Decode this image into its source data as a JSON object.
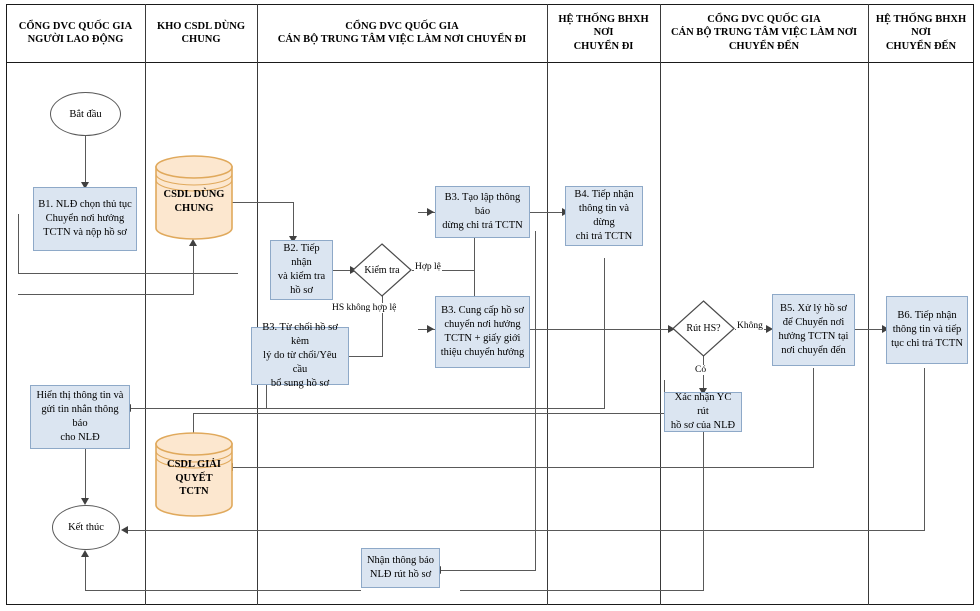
{
  "diagram": {
    "title": "Quy trinh chuyen noi huong TCTN",
    "colors": {
      "process_fill": "#dbe5f1",
      "process_border": "#8ea9c8",
      "db_fill": "#fce7cf",
      "db_border": "#e0a95c",
      "line": "#595959",
      "lane_border": "#1a1a1a"
    }
  },
  "lanes": [
    {
      "id": "lane-nguoi-lao-dong",
      "title": "CỔNG DVC QUỐC GIA\nNGƯỜI LAO ĐỘNG"
    },
    {
      "id": "lane-kho-csdl",
      "title": "KHO CSDL DÙNG\nCHUNG"
    },
    {
      "id": "lane-canbo-di",
      "title": "CỔNG DVC QUỐC GIA\nCÁN BỘ TRUNG TÂM VIỆC LÀM NƠI CHUYỂN ĐI"
    },
    {
      "id": "lane-bhxh-di",
      "title": "HỆ THỐNG BHXH NƠI\nCHUYỂN ĐI"
    },
    {
      "id": "lane-canbo-den",
      "title": "CỔNG DVC QUỐC GIA\nCÁN BỘ TRUNG TÂM VIỆC LÀM NƠI CHUYỂN ĐẾN"
    },
    {
      "id": "lane-bhxh-den",
      "title": "HỆ THỐNG BHXH NƠI\nCHUYỂN ĐẾN"
    }
  ],
  "nodes": {
    "start": {
      "label": "Bắt đầu",
      "shape": "terminator"
    },
    "b1": {
      "label": "B1. NLĐ chọn thủ tục\nChuyển nơi hưởng\nTCTN và nộp hồ sơ",
      "shape": "process"
    },
    "db_dung_chung": {
      "label": "CSDL DÙNG\nCHUNG",
      "shape": "database"
    },
    "b2": {
      "label": "B2. Tiếp nhận\nvà kiểm tra\nhồ sơ",
      "shape": "process"
    },
    "kiem_tra": {
      "label": "Kiểm tra",
      "shape": "decision"
    },
    "b3_tuchoi": {
      "label": "B3. Từ chối hồ sơ kèm\nlý do từ chối/Yêu cầu\nbổ sung hồ sơ",
      "shape": "process"
    },
    "b3_taolap": {
      "label": "B3. Tạo lập thông báo\ndừng chi trả TCTN",
      "shape": "process"
    },
    "b3_cungcap": {
      "label": "B3. Cung cấp hồ sơ\nchuyển nơi hưởng\nTCTN + giấy giới\nthiệu chuyển hưởng",
      "shape": "process"
    },
    "b4": {
      "label": "B4. Tiếp nhận\nthông tin và dừng\nchi trả TCTN",
      "shape": "process"
    },
    "rut_hs": {
      "label": "Rút HS?",
      "shape": "decision"
    },
    "xac_nhan": {
      "label": "Xác nhận YC rút\nhồ sơ của NLĐ",
      "shape": "process"
    },
    "b5": {
      "label": "B5. Xử lý hồ sơ\nđể Chuyển nơi\nhưởng TCTN tại\nnơi chuyển đến",
      "shape": "process"
    },
    "b6": {
      "label": "B6. Tiếp nhận\nthông tin và tiếp\ntục chi trả TCTN",
      "shape": "process"
    },
    "hien_thi": {
      "label": "Hiển thị thông tin và\ngửi tin nhắn thông báo\ncho NLĐ",
      "shape": "process"
    },
    "db_giai_quyet": {
      "label": "CSDL GIẢI\nQUYẾT\nTCTN",
      "shape": "database"
    },
    "nhan_tb": {
      "label": "Nhận thông báo\nNLĐ rút hồ sơ",
      "shape": "process"
    },
    "end": {
      "label": "Kết thúc",
      "shape": "terminator"
    }
  },
  "edge_labels": {
    "hop_le": "Hợp lệ",
    "khong_hop_le": "HS không hợp lệ",
    "khong": "Không",
    "co": "Có"
  }
}
